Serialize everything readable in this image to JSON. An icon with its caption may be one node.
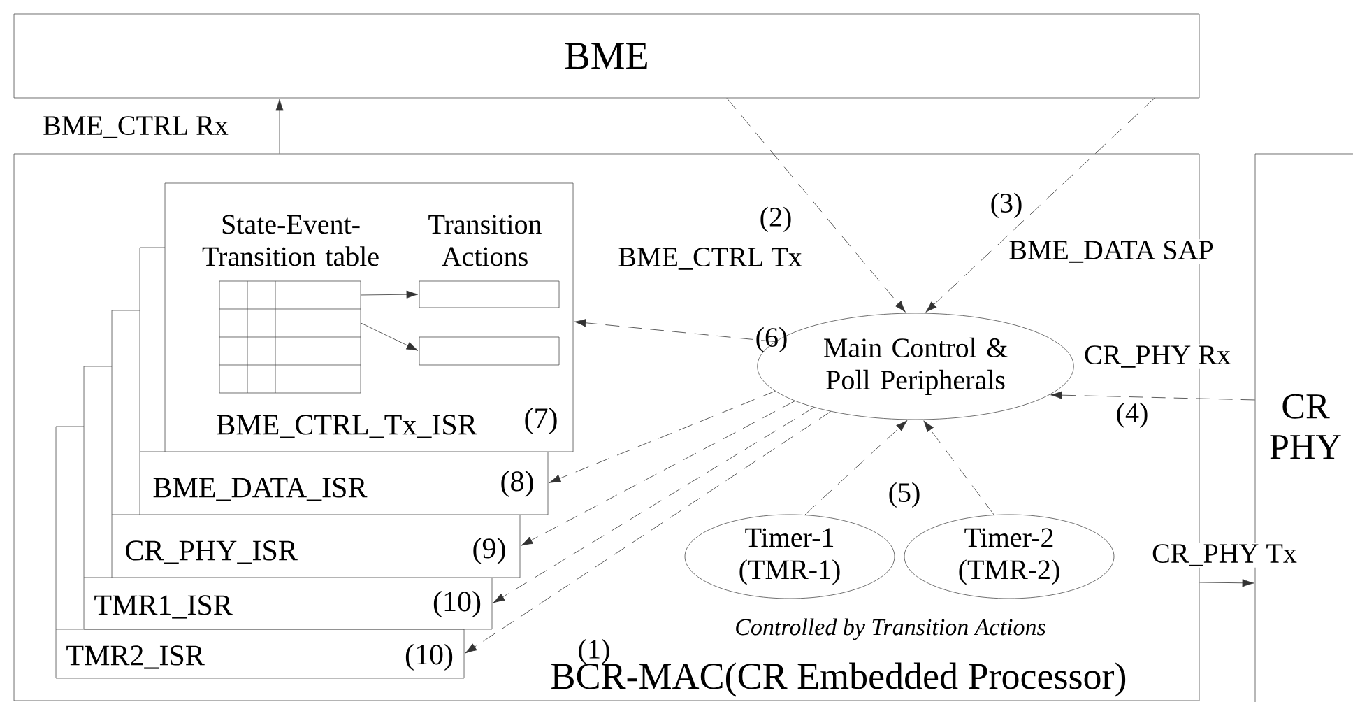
{
  "diagram": {
    "nodes": [
      {
        "text": [
          "BME"
        ]
      },
      {
        "text": [
          "BCR-MAC(CR Embedded Processor)"
        ]
      },
      {
        "text": [
          "CR PHY"
        ]
      },
      {
        "text": [
          "State-Event-Transition table",
          "Transition Actions",
          "BME_CTRL_Tx_ISR",
          "(7)"
        ],
        "in": 1
      },
      {
        "text": [],
        "shape": "box",
        "in": 3
      },
      {
        "text": [],
        "shape": "box",
        "in": 3
      },
      {
        "text": [],
        "shape": "box",
        "in": 3
      },
      {
        "text": [
          "BME_DATA_ISR",
          "(8)"
        ],
        "in": 1
      },
      {
        "text": [
          "CR_PHY_ISR",
          "(9)"
        ],
        "in": 1
      },
      {
        "text": [
          "TMR1_ISR",
          "(10)"
        ],
        "in": 1
      },
      {
        "text": [
          "TMR2_ISR",
          "(10)"
        ],
        "in": 1
      },
      {
        "text": [
          "Main Control & Poll Peripherals"
        ],
        "in": 1
      },
      {
        "text": [
          "Timer-1 (TMR-1)"
        ],
        "in": 1
      },
      {
        "text": [
          "Timer-2 (TMR-2)"
        ],
        "in": 1
      }
    ],
    "edges": [
      {
        "from": 1,
        "to": 0,
        "arrow": "to",
        "label": "BME_CTRL Rx"
      },
      {
        "from": 0,
        "to": 11,
        "arrow": "to",
        "label": "BME_CTRL Tx",
        "style": "dashed"
      },
      {
        "from": 0,
        "to": 11,
        "arrow": "to",
        "label": "BME_DATA SAP",
        "style": "dashed"
      },
      {
        "from": 2,
        "to": 11,
        "arrow": "to",
        "label": "CR_PHY Rx",
        "style": "dashed"
      },
      {
        "from": 12,
        "to": 11,
        "arrow": "to",
        "style": "dashed"
      },
      {
        "from": 13,
        "to": 11,
        "arrow": "to",
        "style": "dashed"
      },
      {
        "from": 11,
        "to": 3,
        "arrow": "to",
        "style": "dashed"
      },
      {
        "from": 11,
        "to": 7,
        "arrow": "to",
        "style": "dashed"
      },
      {
        "from": 11,
        "to": 8,
        "arrow": "to",
        "style": "dashed"
      },
      {
        "from": 11,
        "to": 9,
        "arrow": "to",
        "style": "dashed"
      },
      {
        "from": 11,
        "to": 10,
        "arrow": "to",
        "style": "dashed"
      },
      {
        "from": 1,
        "to": 2,
        "arrow": "to",
        "label": "CR_PHY Tx"
      },
      {
        "from": 4,
        "to": 5,
        "arrow": "to"
      },
      {
        "from": 4,
        "to": 6,
        "arrow": "to"
      }
    ],
    "labels": [
      "(2)",
      "(3)",
      "(6)",
      "(4)",
      "(5)",
      "Controlled by Transition Actions",
      "(1)"
    ]
  }
}
